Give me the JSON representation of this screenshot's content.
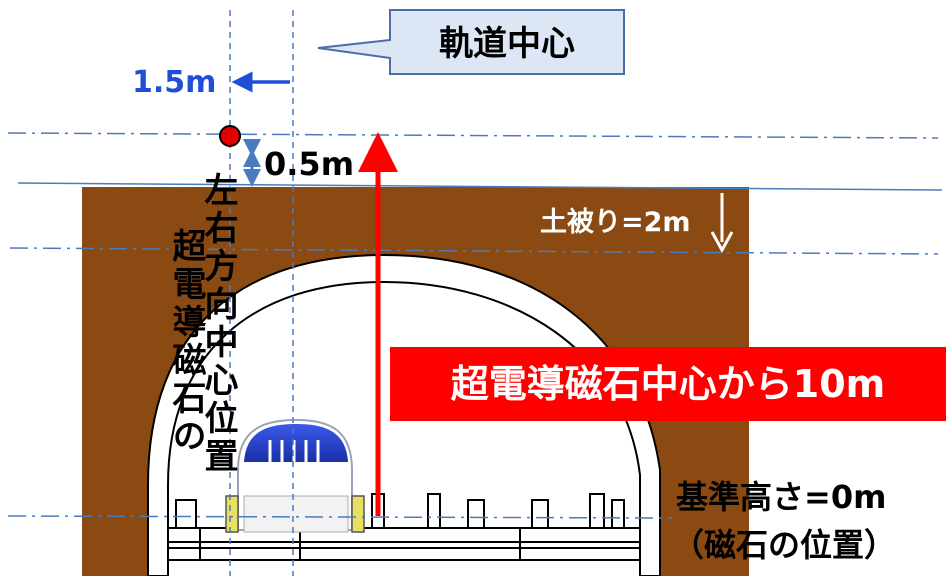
{
  "labels": {
    "track_center": "軌道中心",
    "offset_horizontal": "1.5m",
    "offset_vertical": "0.5m",
    "cover_depth": "土被り=2m",
    "magnet_line1": "超電導磁石の",
    "magnet_line2": "左右方向中心位置",
    "distance": "超電導磁石中心から10m",
    "reference_height": "基準高さ=0m",
    "magnet_position": "（磁石の位置）"
  },
  "colors": {
    "soil": "#8b4a12",
    "guide_line": "#4a7bbf",
    "track_callout_fill": "#dce6f4",
    "track_callout_stroke": "#4a6fa8",
    "blue_arrow": "#1f4fd8",
    "red": "#ff0000",
    "magnet_dot": "#e00000",
    "train_blue": "#2a48d8"
  }
}
